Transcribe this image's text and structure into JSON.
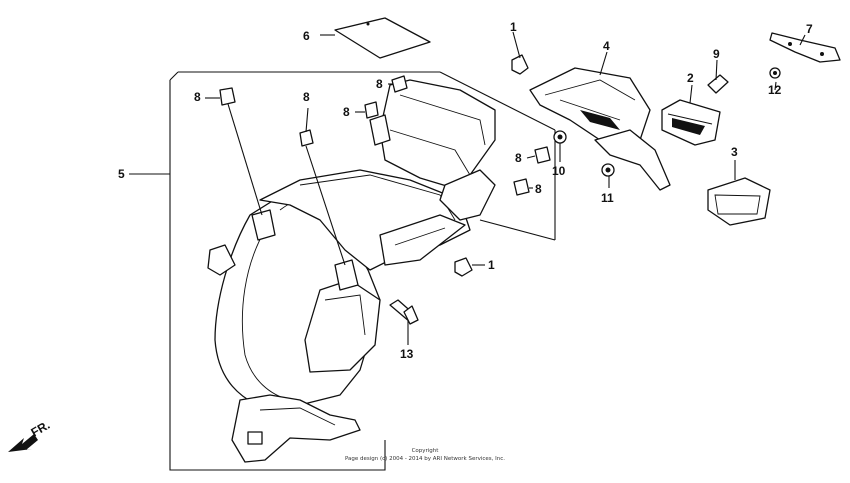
{
  "callouts": [
    {
      "id": "c6",
      "text": "6"
    },
    {
      "id": "c1a",
      "text": "1"
    },
    {
      "id": "c4",
      "text": "4"
    },
    {
      "id": "c7",
      "text": "7"
    },
    {
      "id": "c9",
      "text": "9"
    },
    {
      "id": "c2",
      "text": "2"
    },
    {
      "id": "c12",
      "text": "12"
    },
    {
      "id": "c8a",
      "text": "8"
    },
    {
      "id": "c8b",
      "text": "8"
    },
    {
      "id": "c8c",
      "text": "8"
    },
    {
      "id": "c8d",
      "text": "8"
    },
    {
      "id": "c8e",
      "text": "8"
    },
    {
      "id": "c8f",
      "text": "8"
    },
    {
      "id": "c5",
      "text": "5"
    },
    {
      "id": "c10",
      "text": "10"
    },
    {
      "id": "c11",
      "text": "11"
    },
    {
      "id": "c3",
      "text": "3"
    },
    {
      "id": "c1b",
      "text": "1"
    },
    {
      "id": "c13",
      "text": "13"
    }
  ],
  "direction_label": "FR.",
  "copyright": {
    "line1": "Copyright",
    "line2": "Page design (c) 2004 - 2014 by ARI Network Services, Inc."
  }
}
